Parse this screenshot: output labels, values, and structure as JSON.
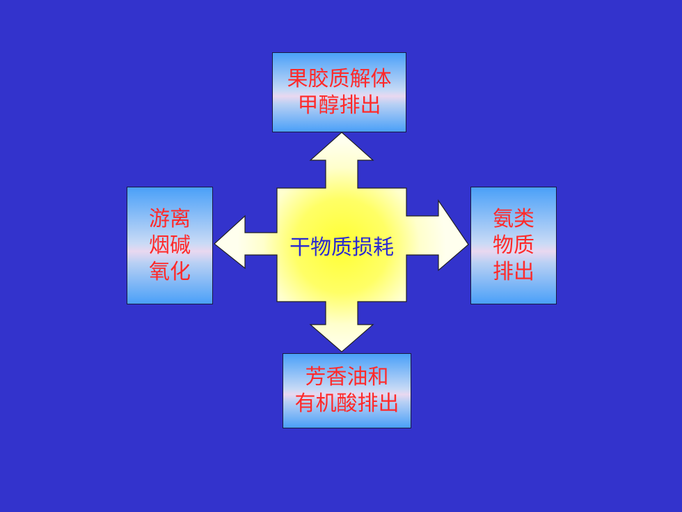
{
  "center": {
    "label": "干物质损耗"
  },
  "top": {
    "lines": [
      "果胶质解体",
      "甲醇排出"
    ]
  },
  "left": {
    "lines": [
      "游离",
      "烟碱",
      "氧化"
    ]
  },
  "right": {
    "lines": [
      "氨类",
      "物质",
      "排出"
    ]
  },
  "bottom": {
    "lines": [
      "芳香油和",
      "有机酸排出"
    ]
  },
  "colors": {
    "background": "#3333cc",
    "box_text": "#ff2a2a",
    "center_text": "#2a2ad0",
    "center_fill": "#ffff33"
  }
}
